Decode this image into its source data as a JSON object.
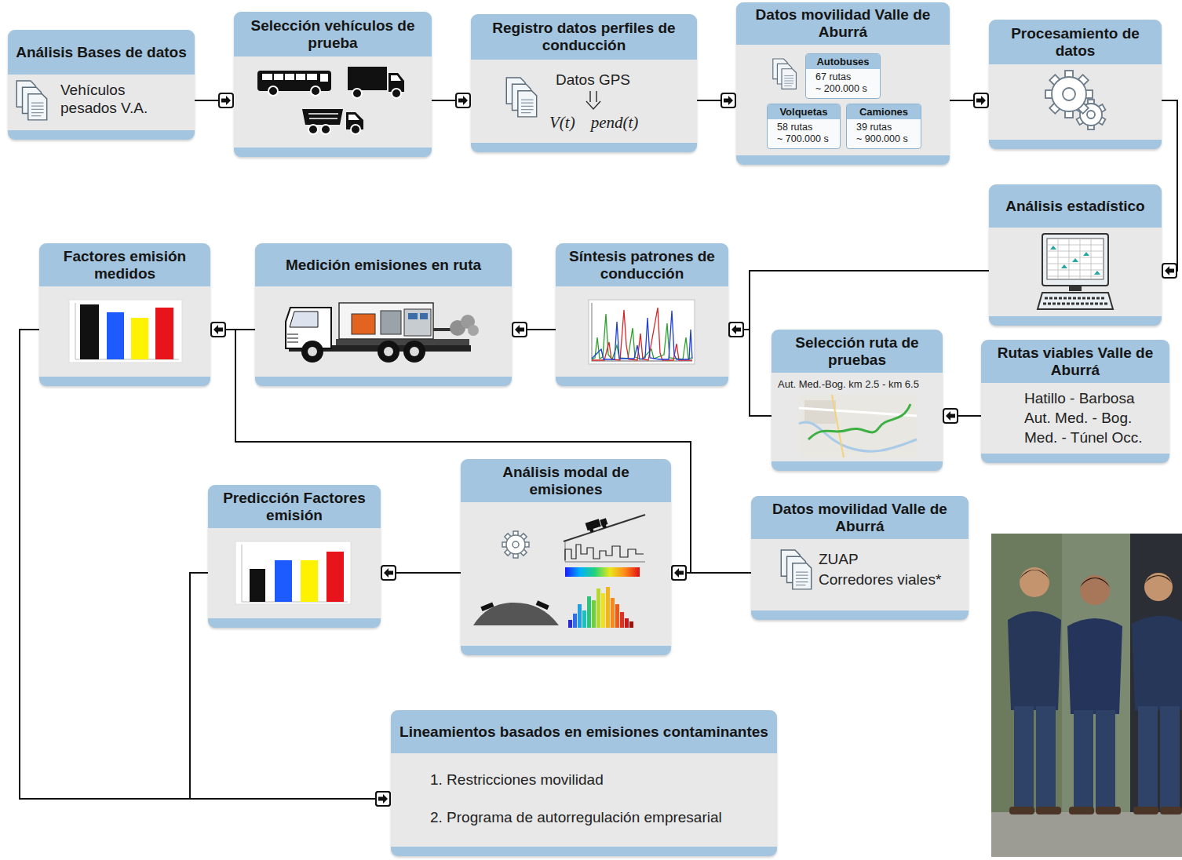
{
  "diagram": {
    "nodes": [
      {
        "text": [
          "Análisis Bases de datos",
          "Vehículos pesados V.A."
        ]
      },
      {
        "text": [
          "Selección vehículos de prueba"
        ]
      },
      {
        "text": [
          "Registro datos perfiles de conducción",
          "Datos GPS",
          "V(t)",
          "pend(t)"
        ]
      },
      {
        "text": [
          "Datos movilidad Valle de Aburrá"
        ]
      },
      {
        "text": [
          "Autobuses",
          "67 rutas",
          "~ 200.000 s"
        ],
        "in": 3
      },
      {
        "text": [
          "Volquetas",
          "58 rutas",
          "~ 700.000 s"
        ],
        "in": 3
      },
      {
        "text": [
          "Camiones",
          "39 rutas",
          "~ 900.000 s"
        ],
        "in": 3
      },
      {
        "text": [
          "Procesamiento de datos"
        ]
      },
      {
        "text": [
          "Análisis estadístico"
        ]
      },
      {
        "text": [
          "Factores emisión medidos"
        ]
      },
      {
        "text": [
          "Medición emisiones en ruta"
        ]
      },
      {
        "text": [
          "Síntesis patrones de conducción"
        ]
      },
      {
        "text": [
          "Selección ruta de pruebas",
          "Aut. Med.-Bog. km 2.5 - km 6.5"
        ]
      },
      {
        "text": [
          "Rutas viables Valle de Aburrá",
          "Hatillo - Barbosa",
          "Aut. Med. - Bog.",
          "Med. - Túnel Occ."
        ]
      },
      {
        "text": [
          "Predicción Factores emisión"
        ]
      },
      {
        "text": [
          "Análisis modal de emisiones"
        ]
      },
      {
        "text": [
          "Datos movilidad Valle de Aburrá",
          "ZUAP",
          "Corredores viales*"
        ]
      },
      {
        "text": [
          "Lineamientos basados en emisiones contaminantes",
          "1. Restricciones movilidad",
          "2. Programa de autorregulación empresarial"
        ]
      }
    ],
    "edges": [
      {
        "from": 0,
        "to": 1,
        "arrow": "to"
      },
      {
        "from": 1,
        "to": 2,
        "arrow": "to"
      },
      {
        "from": 2,
        "to": 3,
        "arrow": "to"
      },
      {
        "from": 3,
        "to": 7,
        "arrow": "to"
      },
      {
        "from": 7,
        "to": 8,
        "arrow": "to"
      },
      {
        "from": 8,
        "to": 11,
        "arrow": "to"
      },
      {
        "from": 13,
        "to": 12,
        "arrow": "to"
      },
      {
        "from": 12,
        "to": 11,
        "arrow": "to"
      },
      {
        "from": 11,
        "to": 10,
        "arrow": "to"
      },
      {
        "from": 10,
        "to": 9,
        "arrow": "to"
      },
      {
        "from": 10,
        "to": 15,
        "arrow": "to"
      },
      {
        "from": 16,
        "to": 15,
        "arrow": "to"
      },
      {
        "from": 15,
        "to": 14,
        "arrow": "to"
      },
      {
        "from": 14,
        "to": 17,
        "arrow": "to"
      },
      {
        "from": 9,
        "to": 17,
        "arrow": "to"
      }
    ]
  }
}
